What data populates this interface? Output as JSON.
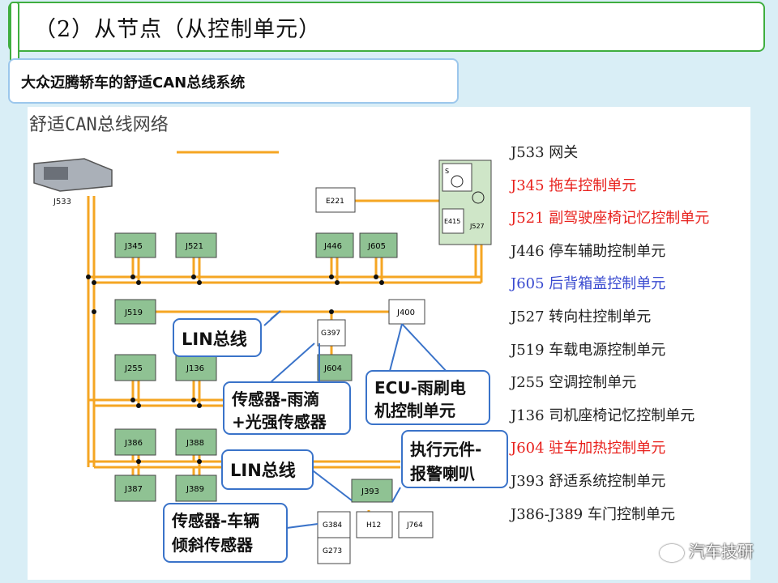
{
  "title": "（2）从节点（从控制单元）",
  "subtitle": "大众迈腾轿车的舒适CAN总线系统",
  "diagram": {
    "title": "舒适CAN总线网络",
    "gateway": "J533",
    "modules": {
      "j345": "J345",
      "j521": "J521",
      "j446": "J446",
      "j605": "J605",
      "e221": "E221",
      "s": "S",
      "e415": "E415",
      "j527": "J527",
      "j519": "J519",
      "j400": "J400",
      "g397": "G397",
      "j604": "J604",
      "j255": "J255",
      "j136": "J136",
      "j386": "J386",
      "j388": "J388",
      "j387": "J387",
      "j389": "J389",
      "j393": "J393",
      "g384": "G384",
      "h12": "H12",
      "j764": "J764",
      "g273": "G273"
    },
    "callouts": {
      "lin1": "LIN总线",
      "rain_1": "传感器-雨滴",
      "rain_2": "+光强传感器",
      "ecu_1": "ECU-雨刷电",
      "ecu_2": "机控制单元",
      "exec_1": "执行元件-",
      "exec_2": "报警喇叭",
      "lin2": "LIN总线",
      "tilt_1": "传感器-车辆",
      "tilt_2": "倾斜传感器"
    }
  },
  "legend": [
    {
      "text": "J533 网关",
      "color": "black"
    },
    {
      "text": "J345 拖车控制单元",
      "color": "red"
    },
    {
      "text": "J521 副驾驶座椅记忆控制单元",
      "color": "red"
    },
    {
      "text": "J446 停车辅助控制单元",
      "color": "black"
    },
    {
      "text": "J605 后背箱盖控制单元",
      "color": "blue"
    },
    {
      "text": "J527 转向柱控制单元",
      "color": "black"
    },
    {
      "text": "J519 车载电源控制单元",
      "color": "black"
    },
    {
      "text": "J255 空调控制单元",
      "color": "black"
    },
    {
      "text": "J136 司机座椅记忆控制单元",
      "color": "black"
    },
    {
      "text": "J604 驻车加热控制单元",
      "color": "red"
    },
    {
      "text": "J393 舒适系统控制单元",
      "color": "black"
    },
    {
      "text": "J386-J389 车门控制单元",
      "color": "black"
    }
  ],
  "watermark": "汽车技研"
}
